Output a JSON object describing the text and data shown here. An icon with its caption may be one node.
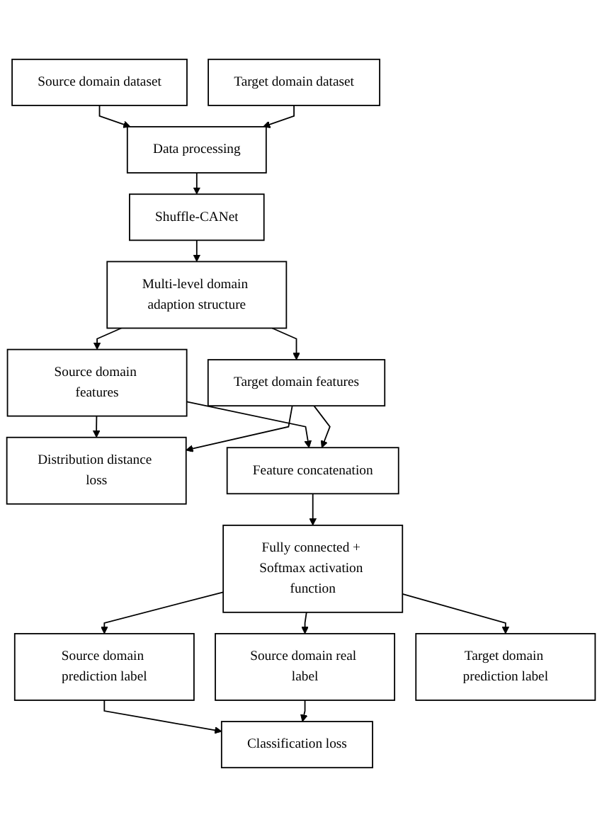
{
  "diagram": {
    "nodes": [
      {
        "text": [
          "Source domain dataset"
        ]
      },
      {
        "text": [
          "Target domain dataset"
        ]
      },
      {
        "text": [
          "Data processing"
        ]
      },
      {
        "text": [
          "Shuffle-CANet"
        ]
      },
      {
        "text": [
          "Multi-level domain adaption structure"
        ]
      },
      {
        "text": [
          "Source domain features"
        ]
      },
      {
        "text": [
          "Target domain features"
        ]
      },
      {
        "text": [
          "Distribution distance loss"
        ]
      },
      {
        "text": [
          "Feature concatenation"
        ]
      },
      {
        "text": [
          "Fully connected + Softmax activation function"
        ]
      },
      {
        "text": [
          "Source domain prediction label"
        ]
      },
      {
        "text": [
          "Source domain real label"
        ]
      },
      {
        "text": [
          "Target domain prediction label"
        ]
      },
      {
        "text": [
          "Classification loss"
        ]
      }
    ],
    "edges": [
      {
        "from": 0,
        "to": 2,
        "arrow": "to"
      },
      {
        "from": 1,
        "to": 2,
        "arrow": "to"
      },
      {
        "from": 2,
        "to": 3,
        "arrow": "to"
      },
      {
        "from": 3,
        "to": 4,
        "arrow": "to"
      },
      {
        "from": 4,
        "to": 5,
        "arrow": "to"
      },
      {
        "from": 4,
        "to": 6,
        "arrow": "to"
      },
      {
        "from": 5,
        "to": 7,
        "arrow": "to"
      },
      {
        "from": 6,
        "to": 7,
        "arrow": "to"
      },
      {
        "from": 5,
        "to": 8,
        "arrow": "to"
      },
      {
        "from": 6,
        "to": 8,
        "arrow": "to"
      },
      {
        "from": 8,
        "to": 9,
        "arrow": "to"
      },
      {
        "from": 9,
        "to": 10,
        "arrow": "to"
      },
      {
        "from": 9,
        "to": 11,
        "arrow": "to"
      },
      {
        "from": 9,
        "to": 12,
        "arrow": "to"
      },
      {
        "from": 10,
        "to": 13,
        "arrow": "to"
      },
      {
        "from": 11,
        "to": 13,
        "arrow": "to"
      }
    ]
  }
}
